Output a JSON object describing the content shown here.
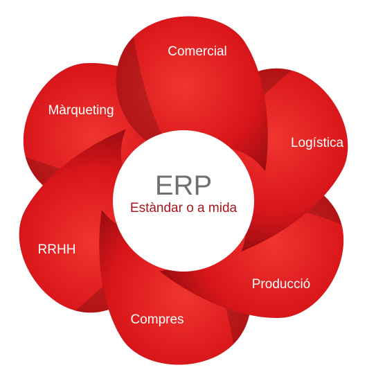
{
  "center": {
    "title": "ERP",
    "subtitle": "Estàndar o a mida"
  },
  "petals": [
    {
      "label": "Comercial"
    },
    {
      "label": "Logística"
    },
    {
      "label": "Producció"
    },
    {
      "label": "Compres"
    },
    {
      "label": "RRHH"
    },
    {
      "label": "Màrqueting"
    }
  ],
  "colors": {
    "petal_light": "#f0352f",
    "petal_mid": "#d9161a",
    "petal_dark": "#930b10",
    "center_fill": "#ffffff",
    "title_text": "#6f6f6f",
    "subtitle_text": "#a8161b",
    "label_text": "#ffffff"
  }
}
